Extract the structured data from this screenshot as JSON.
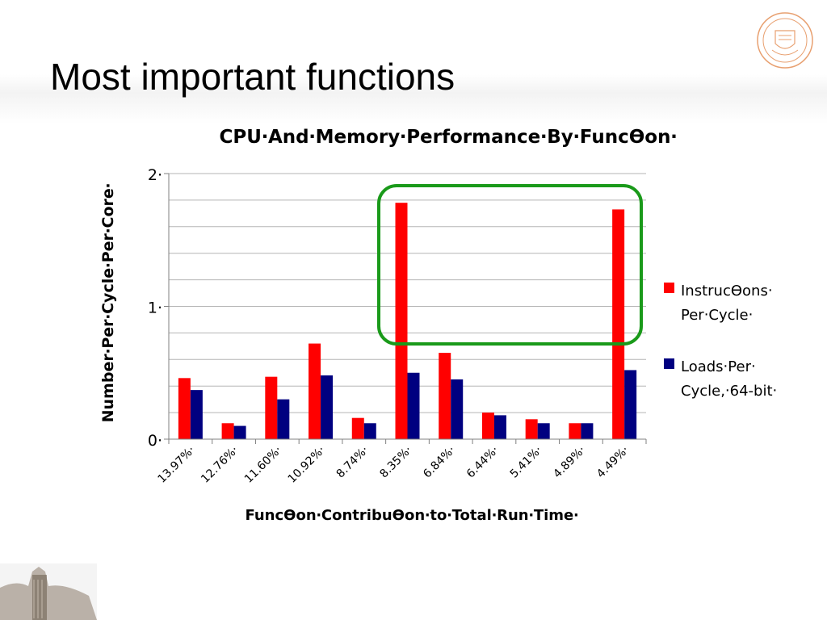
{
  "slide": {
    "title": "Most important functions"
  },
  "chart_data": {
    "type": "bar",
    "title": "CPU‧And‧Memory‧Performance‧By‧FuncƟon‧",
    "xlabel": "FuncƟon‧ContribuƟon‧to‧Total‧Run‧Time‧",
    "ylabel": "Number‧Per‧Cycle‧Per‧Core‧",
    "ylim": [
      0,
      2
    ],
    "yticks": [
      "0‧",
      "1‧",
      "2‧"
    ],
    "grid": true,
    "legend_position": "right",
    "categories": [
      "13.97%‧",
      "12.76%‧",
      "11.60%‧",
      "10.92%‧",
      "8.74%‧",
      "8.35%‧",
      "6.84%‧",
      "6.44%‧",
      "5.41%‧",
      "4.89%‧",
      "4.49%‧"
    ],
    "series": [
      {
        "name": "InstrucƟons‧ Per‧Cycle‧",
        "legend_lines": [
          "InstrucƟons‧",
          "Per‧Cycle‧"
        ],
        "color": "#ff0000",
        "values": [
          0.46,
          0.12,
          0.47,
          0.72,
          0.16,
          1.78,
          0.65,
          0.2,
          0.15,
          0.12,
          1.73
        ]
      },
      {
        "name": "Loads‧Per‧ Cycle,‧64-bit‧",
        "legend_lines": [
          "Loads‧Per‧",
          "Cycle,‧64-bit‧"
        ],
        "color": "#000080",
        "values": [
          0.37,
          0.1,
          0.3,
          0.48,
          0.12,
          0.5,
          0.45,
          0.18,
          0.12,
          0.12,
          0.52
        ]
      }
    ],
    "highlight": {
      "color": "#1a9a1a",
      "categories": [
        "8.35%‧",
        "4.49%‧"
      ]
    }
  },
  "decor": {
    "seal_color": "#e8a070",
    "tower_color": "#8a7a6a"
  }
}
